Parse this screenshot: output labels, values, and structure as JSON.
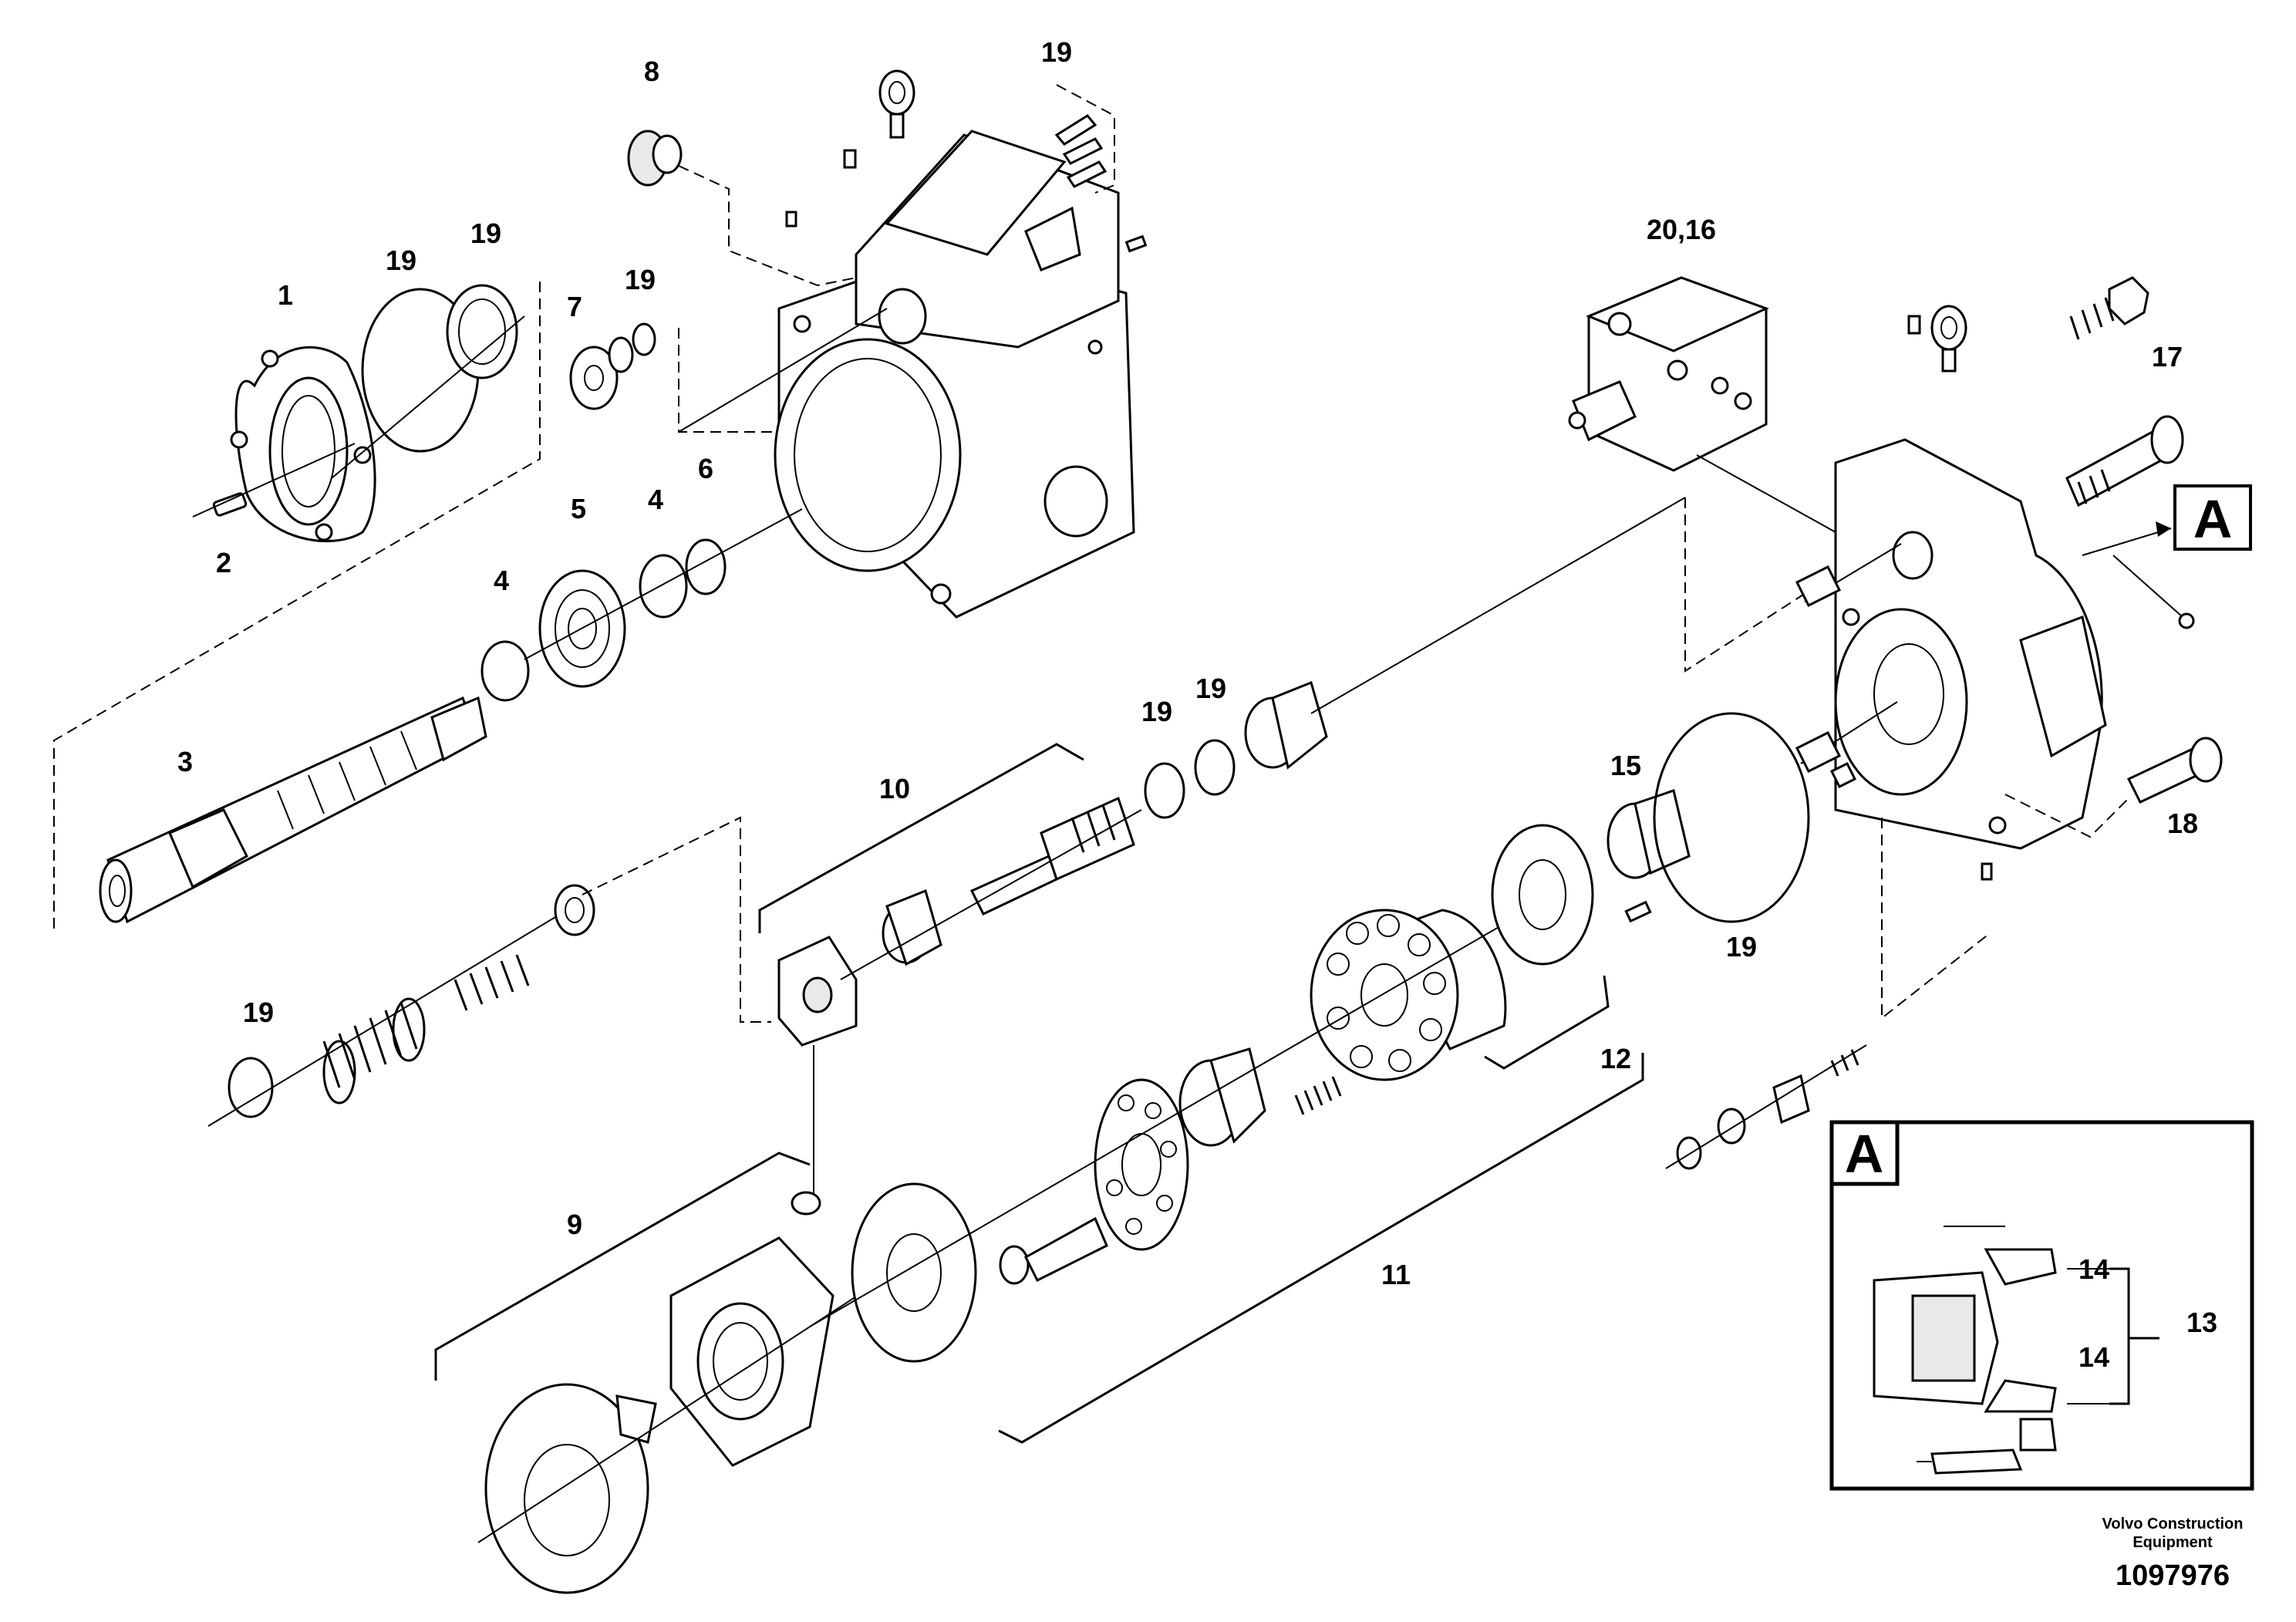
{
  "diagram": {
    "callouts": {
      "c1": "1",
      "c2": "2",
      "c3": "3",
      "c4a": "4",
      "c4b": "4",
      "c5": "5",
      "c6": "6",
      "c7": "7",
      "c8": "8",
      "c9": "9",
      "c10": "10",
      "c11": "11",
      "c12": "12",
      "c15": "15",
      "c17": "17",
      "c18": "18",
      "c19_top": "19",
      "c19_seal": "19",
      "c19_oring": "19",
      "c19_plug": "19",
      "c19_mid1": "19",
      "c19_mid2": "19",
      "c19_right": "19",
      "c19_left": "19",
      "c2016": "20,16"
    },
    "view_marker": "A",
    "detail": {
      "title": "A",
      "c14_top": "14",
      "c14_bottom": "14",
      "c13": "13"
    }
  },
  "footer": {
    "credit_line1": "Volvo Construction",
    "credit_line2": "Equipment",
    "doc_number": "1097976"
  }
}
